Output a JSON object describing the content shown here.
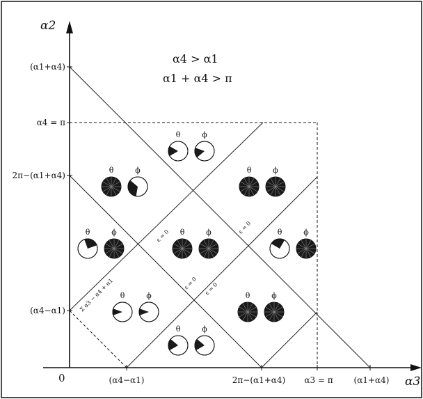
{
  "axes": {
    "x_label": "α3",
    "y_label": "α2",
    "origin": "0"
  },
  "conditions": {
    "line1": "α4 > α1",
    "line2": "α1 + α4 > π"
  },
  "y_ticks": {
    "t1": "(α1+α4)",
    "t2": "α4 = π",
    "t3": "2π−(α1+α4)",
    "t4": "(α4−α1)"
  },
  "x_ticks": {
    "t1": "(α4−α1)",
    "t2": "2π−(α1+α4)",
    "t3": "α3 = π",
    "t4": "(α1+α4)"
  },
  "line_labels": {
    "a": "Σ α3 − α4 + α1",
    "b": "ε = 0",
    "c": "ε = 0",
    "d": "ε = 0",
    "e": "ε = 0"
  },
  "symbols": {
    "theta": "θ",
    "phi": "ϕ"
  },
  "colors": {
    "ink": "#111111",
    "fill": "#1a1a1a",
    "background": "#ffffff"
  }
}
